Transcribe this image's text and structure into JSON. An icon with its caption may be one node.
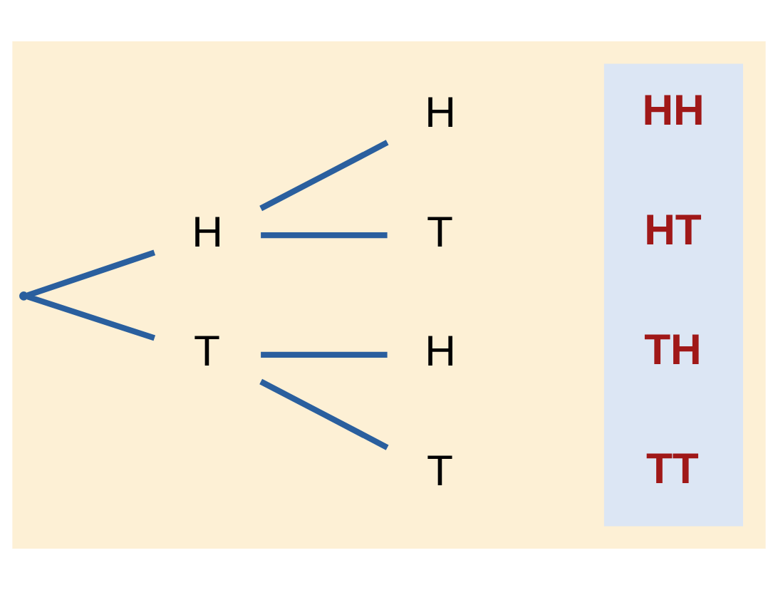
{
  "diagram": {
    "nodes": [
      {
        "text": [],
        "shape": "point"
      },
      {
        "text": [
          "H"
        ]
      },
      {
        "text": [
          "H"
        ]
      },
      {
        "text": [
          "T"
        ]
      },
      {
        "text": [
          "T"
        ]
      },
      {
        "text": [
          "H"
        ]
      },
      {
        "text": [
          "T"
        ]
      },
      {
        "text": [],
        "shape": "box"
      },
      {
        "text": [
          "HH"
        ],
        "in": 7
      },
      {
        "text": [
          "HT"
        ],
        "in": 7
      },
      {
        "text": [
          "TH"
        ],
        "in": 7
      },
      {
        "text": [
          "TT"
        ],
        "in": 7
      }
    ],
    "edges": [
      {
        "from": 0,
        "to": 1,
        "arrow": "none"
      },
      {
        "from": 1,
        "to": 2,
        "arrow": "none"
      },
      {
        "from": 1,
        "to": 3,
        "arrow": "none"
      },
      {
        "from": 0,
        "to": 4,
        "arrow": "none"
      },
      {
        "from": 4,
        "to": 5,
        "arrow": "none"
      },
      {
        "from": 4,
        "to": 6,
        "arrow": "none"
      }
    ]
  }
}
